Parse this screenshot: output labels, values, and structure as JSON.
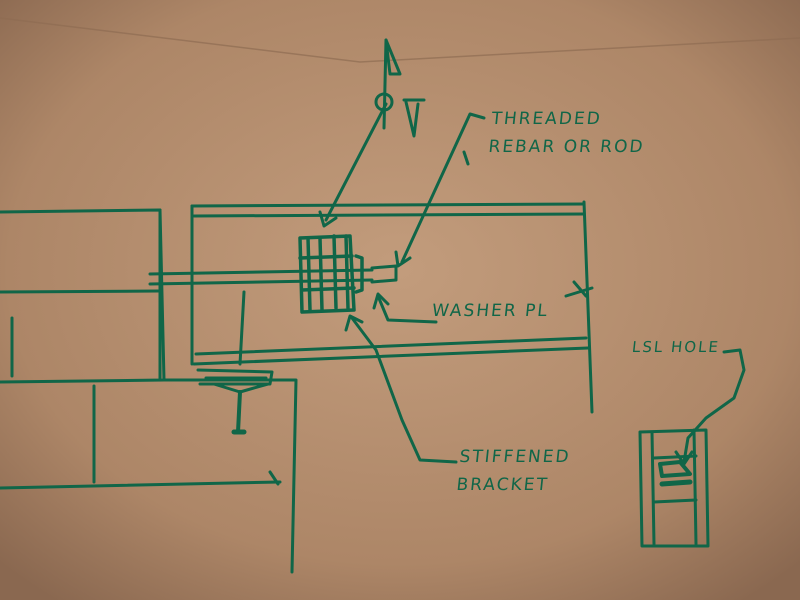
{
  "colors": {
    "paper": "#b0896a",
    "paper_shadow": "#8e6c52",
    "ink": "#106648",
    "ink_dark": "#0b4a35"
  },
  "labels": {
    "threaded_rod": [
      "THREADED",
      "REBAR OR ROD"
    ],
    "washer": "WASHER PL",
    "stiffened_bracket": [
      "STIFFENED",
      "BRACKET"
    ],
    "lsl_hole": "LSL HOLE"
  },
  "icons": {
    "section_marker": "section-cut-triangle-icon"
  }
}
